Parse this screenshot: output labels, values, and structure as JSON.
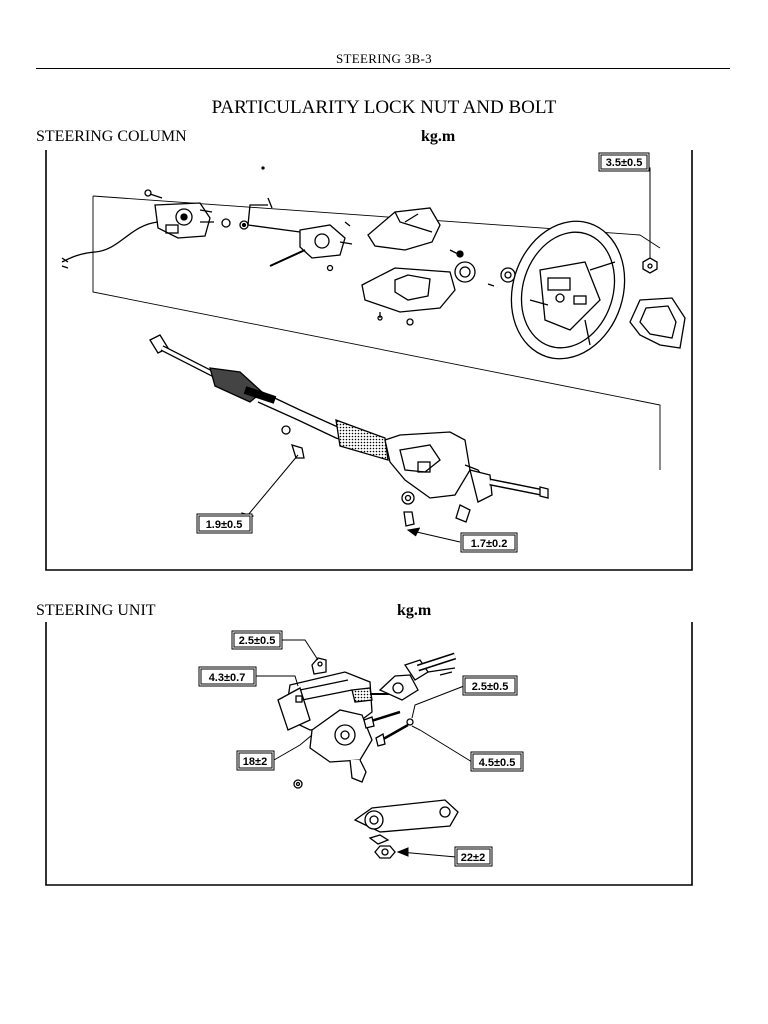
{
  "header": {
    "running_title": "STEERING 3B-3"
  },
  "title": "PARTICULARITY LOCK NUT AND BOLT",
  "column_section": {
    "heading": "STEERING COLUMN",
    "unit": "kg.m",
    "torque_labels": [
      "3.5±0.5",
      "1.9±0.5",
      "1.7±0.2"
    ]
  },
  "unit_section": {
    "heading": "STEERING UNIT",
    "unit": "kg.m",
    "torque_labels": [
      "2.5±0.5",
      "4.3±0.7",
      "2.5±0.5",
      "18±2",
      "4.5±0.5",
      "22±2"
    ]
  }
}
